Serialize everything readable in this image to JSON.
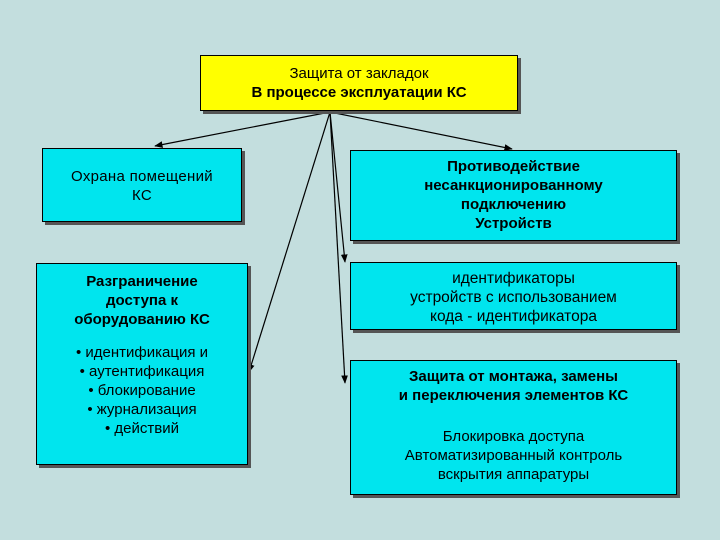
{
  "root": {
    "lines": [
      "Защита от закладок",
      "В процессе эксплуатации КС"
    ],
    "color": "#ffff00"
  },
  "rooms": {
    "lines": [
      "Охрана помещений",
      "КС"
    ]
  },
  "access": {
    "title": [
      "Разграничение",
      "доступа к",
      "оборудованию КС"
    ],
    "items": [
      "• идентификация и",
      "• аутентификация",
      "• блокирование",
      "• журнализация",
      "• действий"
    ]
  },
  "counter": {
    "lines": [
      "Противодействие",
      "несанкционированному",
      "подключению",
      "Устройств"
    ]
  },
  "ident": {
    "lines": [
      "идентификаторы",
      "устройств с использованием",
      "кода - идентификатора"
    ]
  },
  "mount": {
    "title": [
      "Защита от монтажа, замены",
      "и переключения элементов КС"
    ],
    "items": [
      "Блокировка доступа",
      "Автоматизированный контроль",
      "вскрытия аппаратуры"
    ]
  },
  "colors": {
    "background": "#c3dede",
    "box": "#00e5ee",
    "root": "#ffff00"
  }
}
